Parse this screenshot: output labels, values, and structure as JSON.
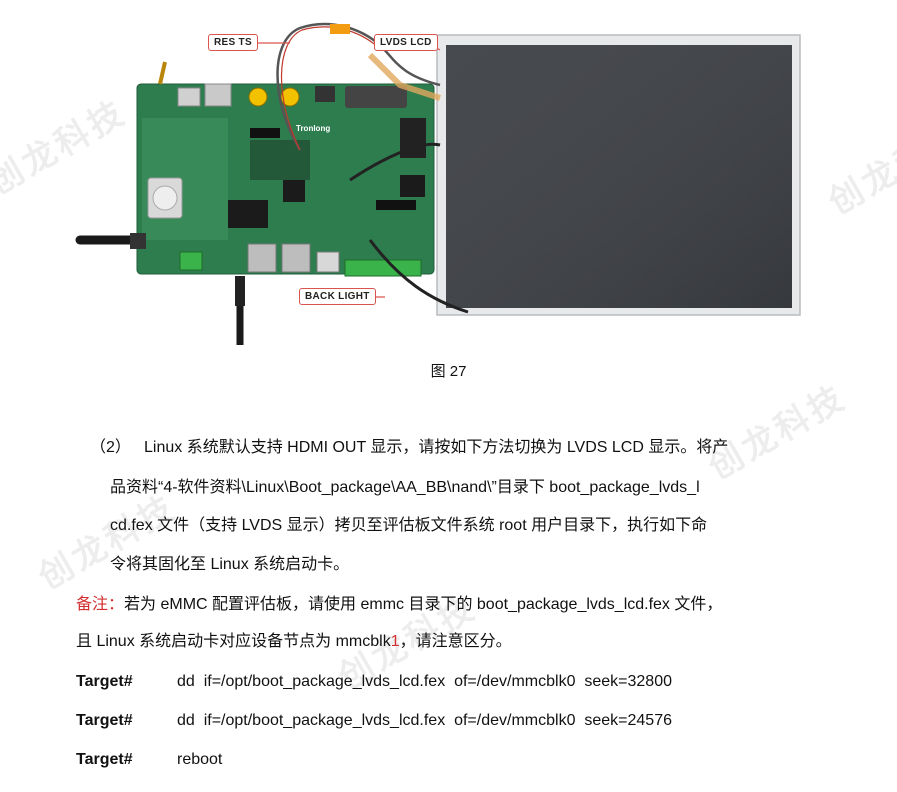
{
  "figure": {
    "callouts": {
      "res_ts": "RES TS",
      "lvds_lcd": "LVDS LCD",
      "back_light": "BACK LIGHT"
    },
    "board_brand": "Tronlong",
    "caption": "图 27"
  },
  "step": {
    "number": "（2）",
    "line1": "Linux 系统默认支持 HDMI  OUT 显示，请按如下方法切换为 LVDS  LCD 显示。将产",
    "line2": "品资料“4-软件资料\\Linux\\Boot_package\\AA_BB\\nand\\”目录下 boot_package_lvds_l",
    "line3": "cd.fex 文件（支持 LVDS 显示）拷贝至评估板文件系统 root 用户目录下，执行如下命",
    "line4": "令将其固化至 Linux 系统启动卡。"
  },
  "note": {
    "label": "备注：",
    "line1_text": "若为 eMMC 配置评估板，请使用 emmc 目录下的 boot_package_lvds_lcd.fex 文件，",
    "line2_pre": "且 Linux 系统启动卡对应设备节点为 mmcblk",
    "line2_red": "1",
    "line2_post": "，请注意区分。"
  },
  "commands": [
    {
      "prompt": "Target#",
      "text": "dd  if=/opt/boot_package_lvds_lcd.fex  of=/dev/mmcblk0  seek=32800"
    },
    {
      "prompt": "Target#",
      "text": "dd  if=/opt/boot_package_lvds_lcd.fex  of=/dev/mmcblk0  seek=24576"
    },
    {
      "prompt": "Target#",
      "text": "reboot"
    }
  ],
  "watermark": "创龙科技",
  "colors": {
    "accent_red": "#d32f2f",
    "callout_border": "#d9534f",
    "pcb_green": "#2e7d4f",
    "lcd_dark": "#3d4045"
  }
}
